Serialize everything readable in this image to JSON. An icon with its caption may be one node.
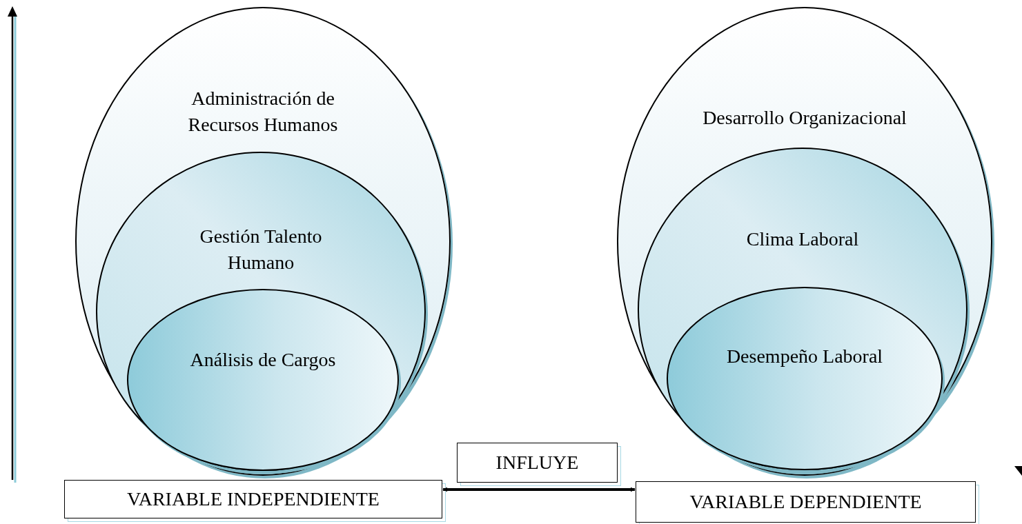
{
  "diagram": {
    "nodes": [
      {
        "text": [
          "Administración de Recursos Humanos"
        ]
      },
      {
        "text": [
          "Gestión Talento Humano"
        ],
        "in": 0
      },
      {
        "text": [
          "Análisis de Cargos"
        ],
        "in": 1
      },
      {
        "text": [
          "Desarrollo Organizacional"
        ]
      },
      {
        "text": [
          "Clima Laboral"
        ],
        "in": 3
      },
      {
        "text": [
          "Desempeño Laboral"
        ],
        "in": 4
      },
      {
        "text": [
          "VARIABLE INDEPENDIENTE"
        ]
      },
      {
        "text": [
          "INFLUYE"
        ]
      },
      {
        "text": [
          "VARIABLE DEPENDIENTE"
        ]
      }
    ],
    "edges": [
      {
        "from": 6,
        "to": 8,
        "arrow": "both"
      }
    ]
  }
}
